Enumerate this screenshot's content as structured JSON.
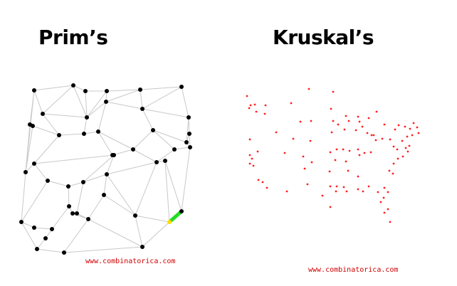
{
  "prim": {
    "title": "Prim’s",
    "credit": "www.combinatorica.com"
  },
  "kruskal": {
    "title": "Kruskal’s",
    "credit": "www.combinatorica.com"
  },
  "colors": {
    "edge": "#c8c8c8",
    "node": "#000000",
    "kruskal_dot": "#ff2020",
    "highlight_edge": "#22dd22",
    "highlight_node": "#ffdd00"
  }
}
